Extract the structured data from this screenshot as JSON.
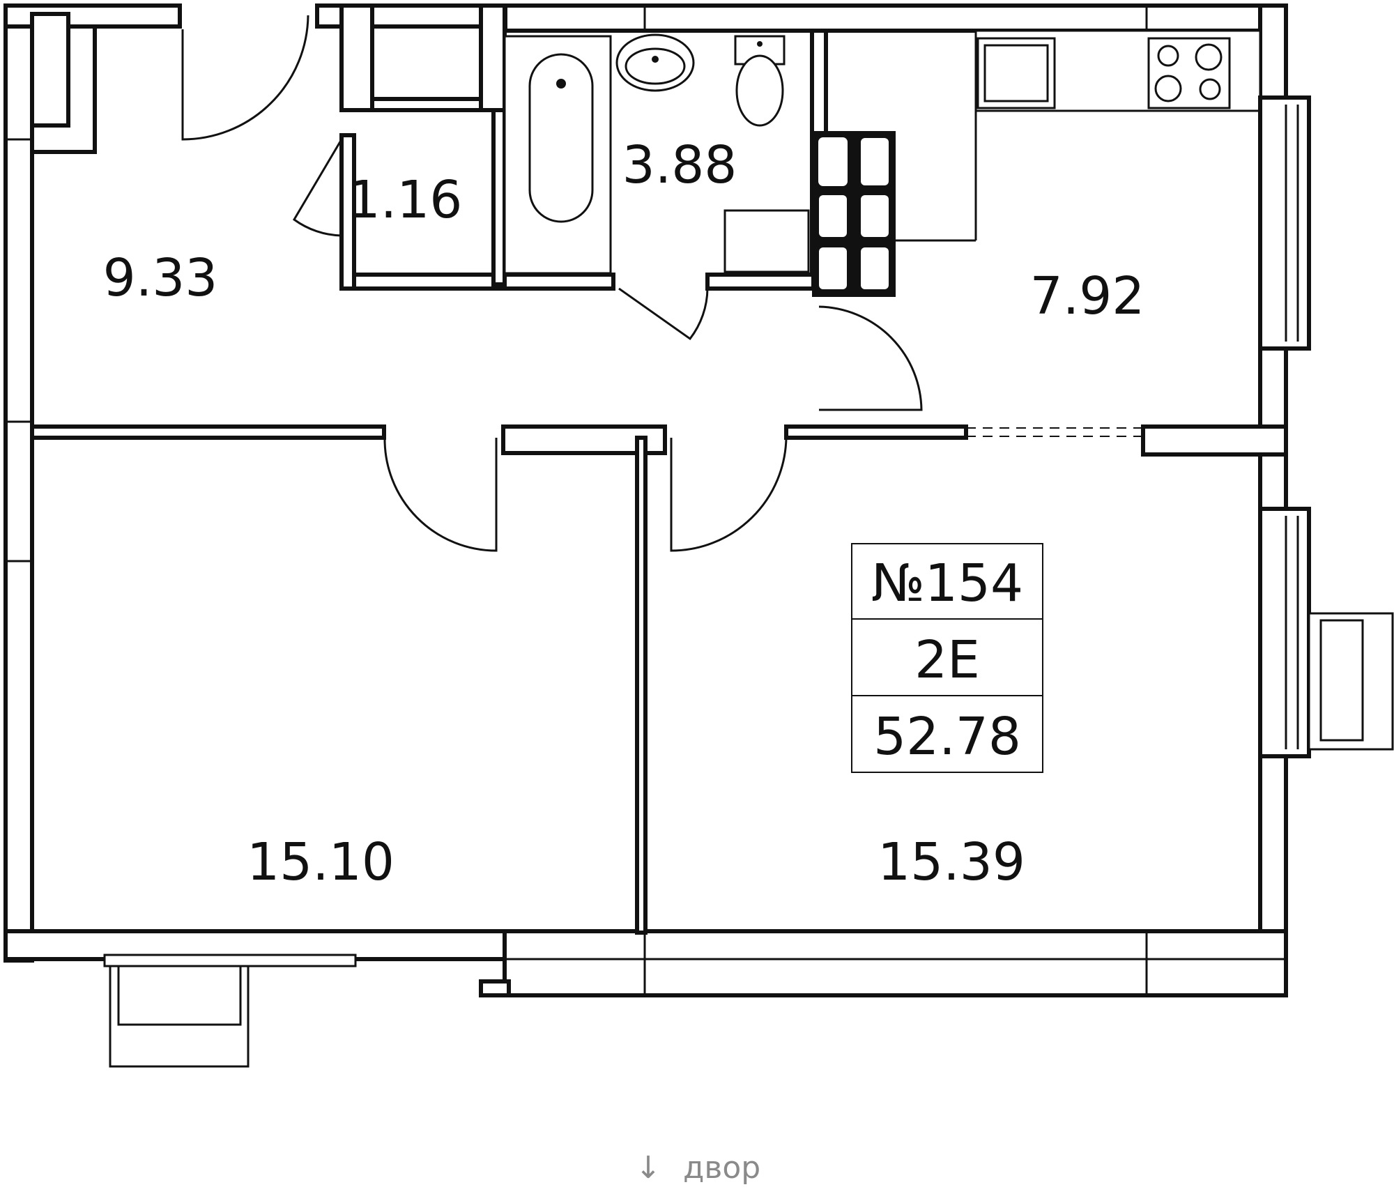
{
  "plan": {
    "rooms": [
      {
        "id": "hall",
        "area": "9.33"
      },
      {
        "id": "closet",
        "area": "1.16"
      },
      {
        "id": "bathroom",
        "area": "3.88"
      },
      {
        "id": "kitchen",
        "area": "7.92"
      },
      {
        "id": "bedroom",
        "area": "15.10"
      },
      {
        "id": "living",
        "area": "15.39"
      }
    ],
    "info": {
      "number": "№154",
      "type": "2E",
      "total_area": "52.78"
    },
    "orientation": {
      "arrow": "↓",
      "label": "двор"
    },
    "colors": {
      "wall": "#111111",
      "background": "#ffffff",
      "orientation_text": "#8a8a8a"
    }
  }
}
